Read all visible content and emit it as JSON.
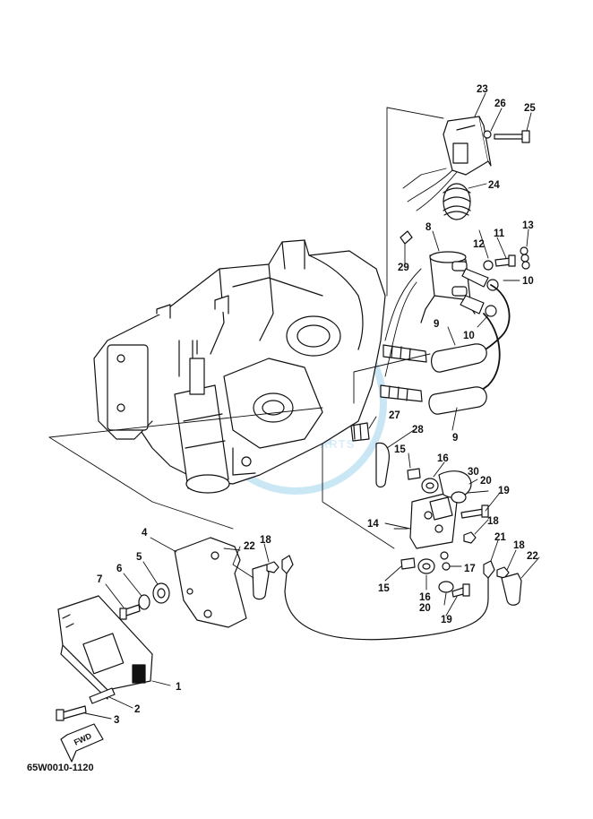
{
  "diagram": {
    "part_code": "65W0010-1120",
    "forward_label": "FWD",
    "watermark_text": "MOTORPARTS",
    "callouts": [
      {
        "id": "c1",
        "label": "1"
      },
      {
        "id": "c2",
        "label": "2"
      },
      {
        "id": "c3",
        "label": "3"
      },
      {
        "id": "c4",
        "label": "4"
      },
      {
        "id": "c5",
        "label": "5"
      },
      {
        "id": "c6",
        "label": "6"
      },
      {
        "id": "c7",
        "label": "7"
      },
      {
        "id": "c8",
        "label": "8"
      },
      {
        "id": "c9a",
        "label": "9"
      },
      {
        "id": "c9b",
        "label": "9"
      },
      {
        "id": "c10a",
        "label": "10"
      },
      {
        "id": "c10b",
        "label": "10"
      },
      {
        "id": "c11",
        "label": "11"
      },
      {
        "id": "c12",
        "label": "12"
      },
      {
        "id": "c13",
        "label": "13"
      },
      {
        "id": "c14",
        "label": "14"
      },
      {
        "id": "c15a",
        "label": "15"
      },
      {
        "id": "c15b",
        "label": "15"
      },
      {
        "id": "c16a",
        "label": "16"
      },
      {
        "id": "c16b",
        "label": "16"
      },
      {
        "id": "c17",
        "label": "17"
      },
      {
        "id": "c18a",
        "label": "18"
      },
      {
        "id": "c18b",
        "label": "18"
      },
      {
        "id": "c18c",
        "label": "18"
      },
      {
        "id": "c19a",
        "label": "19"
      },
      {
        "id": "c19b",
        "label": "19"
      },
      {
        "id": "c20a",
        "label": "20"
      },
      {
        "id": "c20b",
        "label": "20"
      },
      {
        "id": "c21",
        "label": "21"
      },
      {
        "id": "c22a",
        "label": "22"
      },
      {
        "id": "c22b",
        "label": "22"
      },
      {
        "id": "c23",
        "label": "23"
      },
      {
        "id": "c24",
        "label": "24"
      },
      {
        "id": "c25",
        "label": "25"
      },
      {
        "id": "c26",
        "label": "26"
      },
      {
        "id": "c27",
        "label": "27"
      },
      {
        "id": "c28",
        "label": "28"
      },
      {
        "id": "c29",
        "label": "29"
      },
      {
        "id": "c30",
        "label": "30"
      }
    ],
    "colors": {
      "line": "#111111",
      "watermark": "#9fd3ee"
    }
  }
}
